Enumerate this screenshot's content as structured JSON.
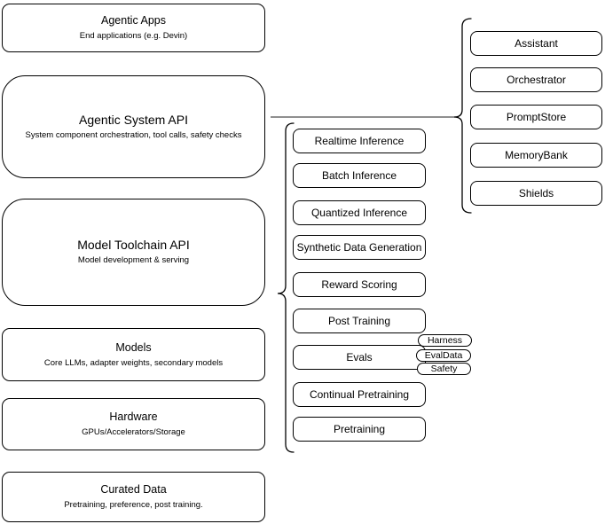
{
  "left_column": [
    {
      "title": "Agentic Apps",
      "subtitle": "End applications (e.g. Devin)"
    },
    {
      "title": "Agentic System API",
      "subtitle": "System component orchestration, tool calls, safety checks"
    },
    {
      "title": "Model Toolchain API",
      "subtitle": "Model development & serving"
    },
    {
      "title": "Models",
      "subtitle": "Core LLMs, adapter weights, secondary models"
    },
    {
      "title": "Hardware",
      "subtitle": "GPUs/Accelerators/Storage"
    },
    {
      "title": "Curated Data",
      "subtitle": "Pretraining, preference, post training."
    }
  ],
  "toolchain_items": [
    "Realtime Inference",
    "Batch Inference",
    "Quantized Inference",
    "Synthetic Data Generation",
    "Reward Scoring",
    "Post Training",
    "Evals",
    "Continual Pretraining",
    "Pretraining"
  ],
  "system_components": [
    "Assistant",
    "Orchestrator",
    "PromptStore",
    "MemoryBank",
    "Shields"
  ],
  "eval_tags": [
    "Harness",
    "EvalData",
    "Safety"
  ],
  "colors": {
    "box_border": "#000000",
    "box_fill": "#ffffff",
    "text": "#000000",
    "connector_line": "#8f8f8f"
  }
}
